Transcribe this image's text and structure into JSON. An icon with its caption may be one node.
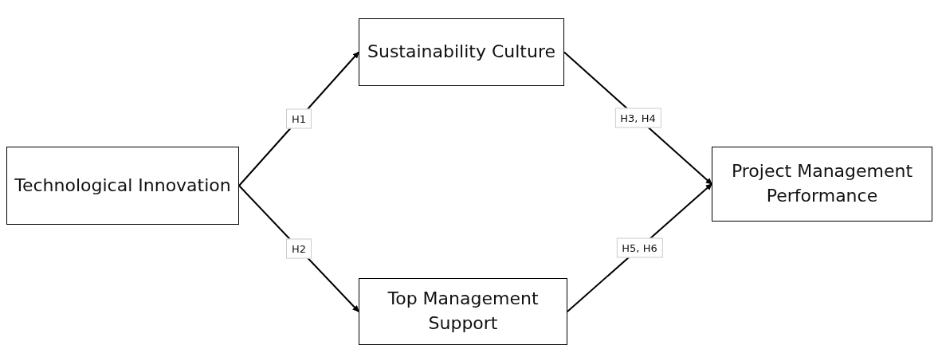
{
  "diagram": {
    "nodes": [
      {
        "text": [
          "Technological Innovation"
        ]
      },
      {
        "text": [
          "Sustainability Culture"
        ]
      },
      {
        "text": [
          "Top Management Support"
        ]
      },
      {
        "text": [
          "Project Management Performance"
        ]
      }
    ],
    "edges": [
      {
        "from": 0,
        "to": 1,
        "arrow": "to",
        "label": "H1"
      },
      {
        "from": 0,
        "to": 2,
        "arrow": "to",
        "label": "H2"
      },
      {
        "from": 1,
        "to": 3,
        "arrow": "to",
        "label": "H3, H4"
      },
      {
        "from": 2,
        "to": 3,
        "arrow": "to",
        "label": "H5, H6"
      }
    ]
  }
}
